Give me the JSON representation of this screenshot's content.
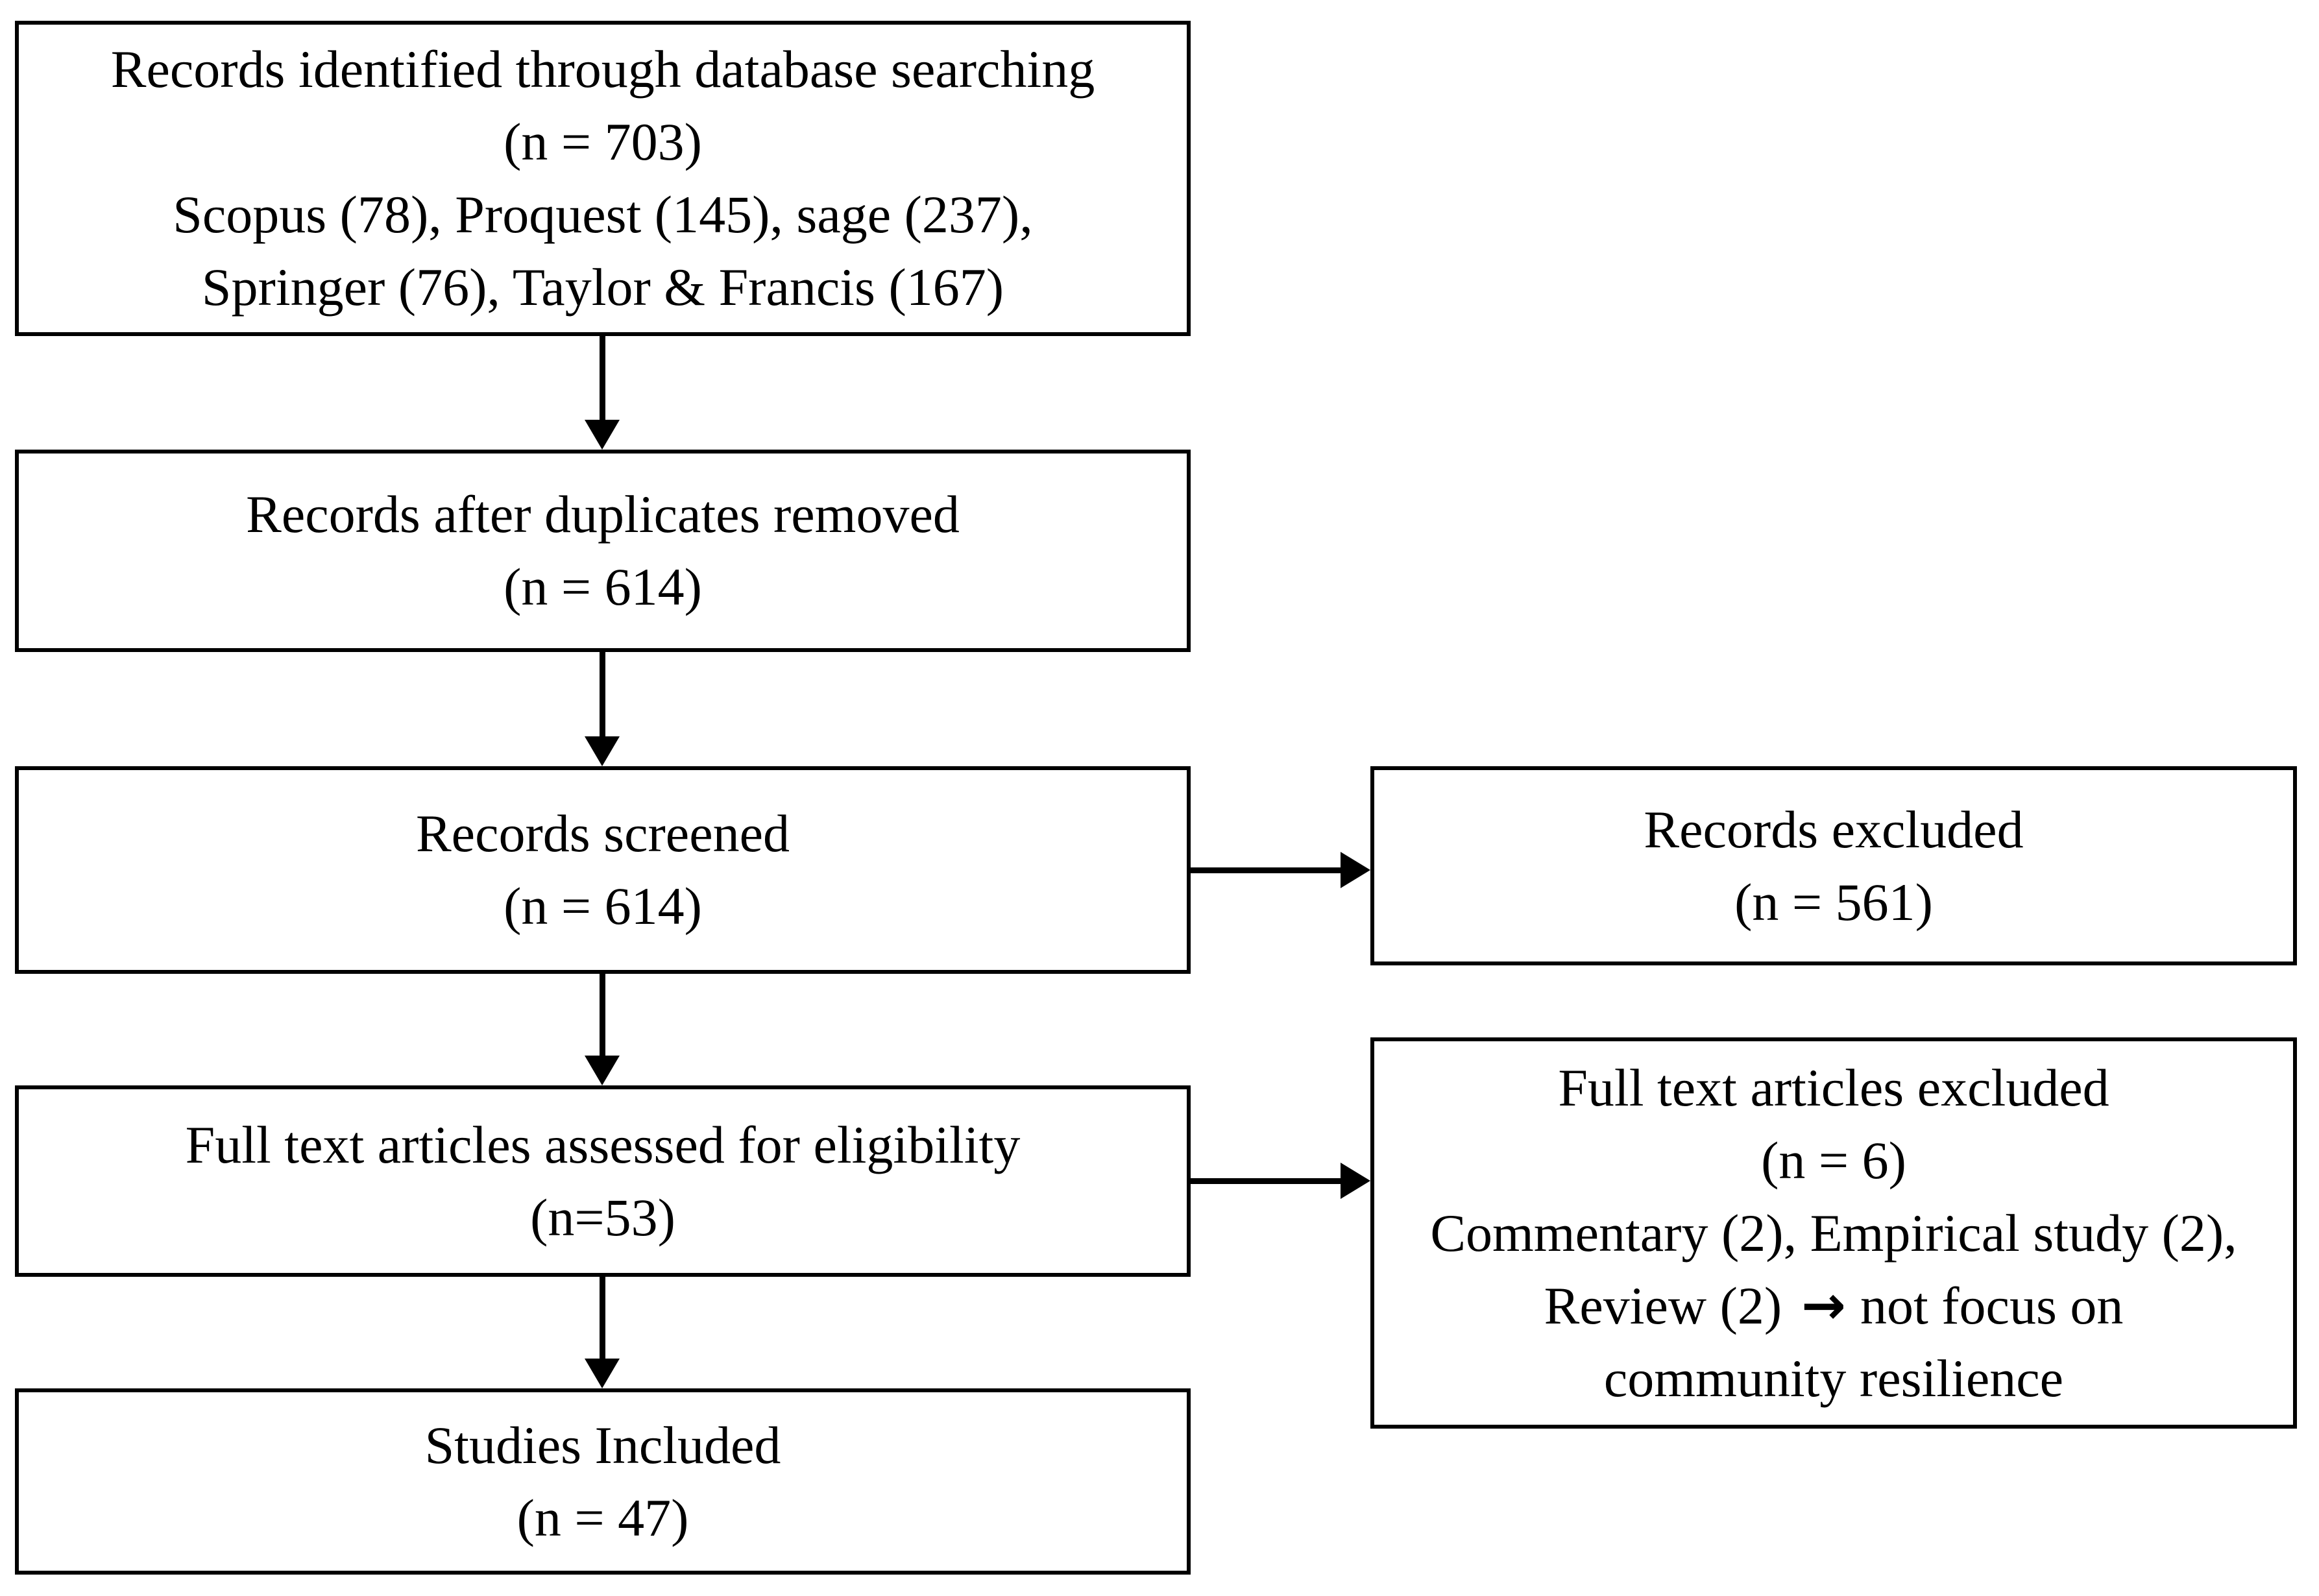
{
  "page": {
    "background": "#ffffff",
    "box_border_color": "#000000",
    "text_color": "#000000",
    "arrow_color": "#000000"
  },
  "boxes": {
    "identified": {
      "line1": "Records identified through database searching",
      "line2": "(n = 703)",
      "line3": "Scopus (78), Proquest (145), sage (237),",
      "line4": "Springer (76), Taylor & Francis (167)"
    },
    "duplicates_removed": {
      "line1": "Records after duplicates removed",
      "line2": "(n = 614)"
    },
    "screened": {
      "line1": "Records screened",
      "line2": "(n = 614)"
    },
    "eligibility": {
      "line1": "Full text articles assessed for eligibility",
      "line2": "(n=53)"
    },
    "included": {
      "line1": "Studies Included",
      "line2": "(n = 47)"
    },
    "records_excluded": {
      "line1": "Records excluded",
      "line2": "(n = 561)"
    },
    "fulltext_excluded": {
      "line1": "Full text articles excluded",
      "line2": "(n = 6)",
      "line3": "Commentary (2), Empirical study (2),",
      "line4_before": "Review (2)",
      "line4_arrow": "→",
      "line4_after": "not focus on",
      "line5": "community resilience"
    }
  }
}
